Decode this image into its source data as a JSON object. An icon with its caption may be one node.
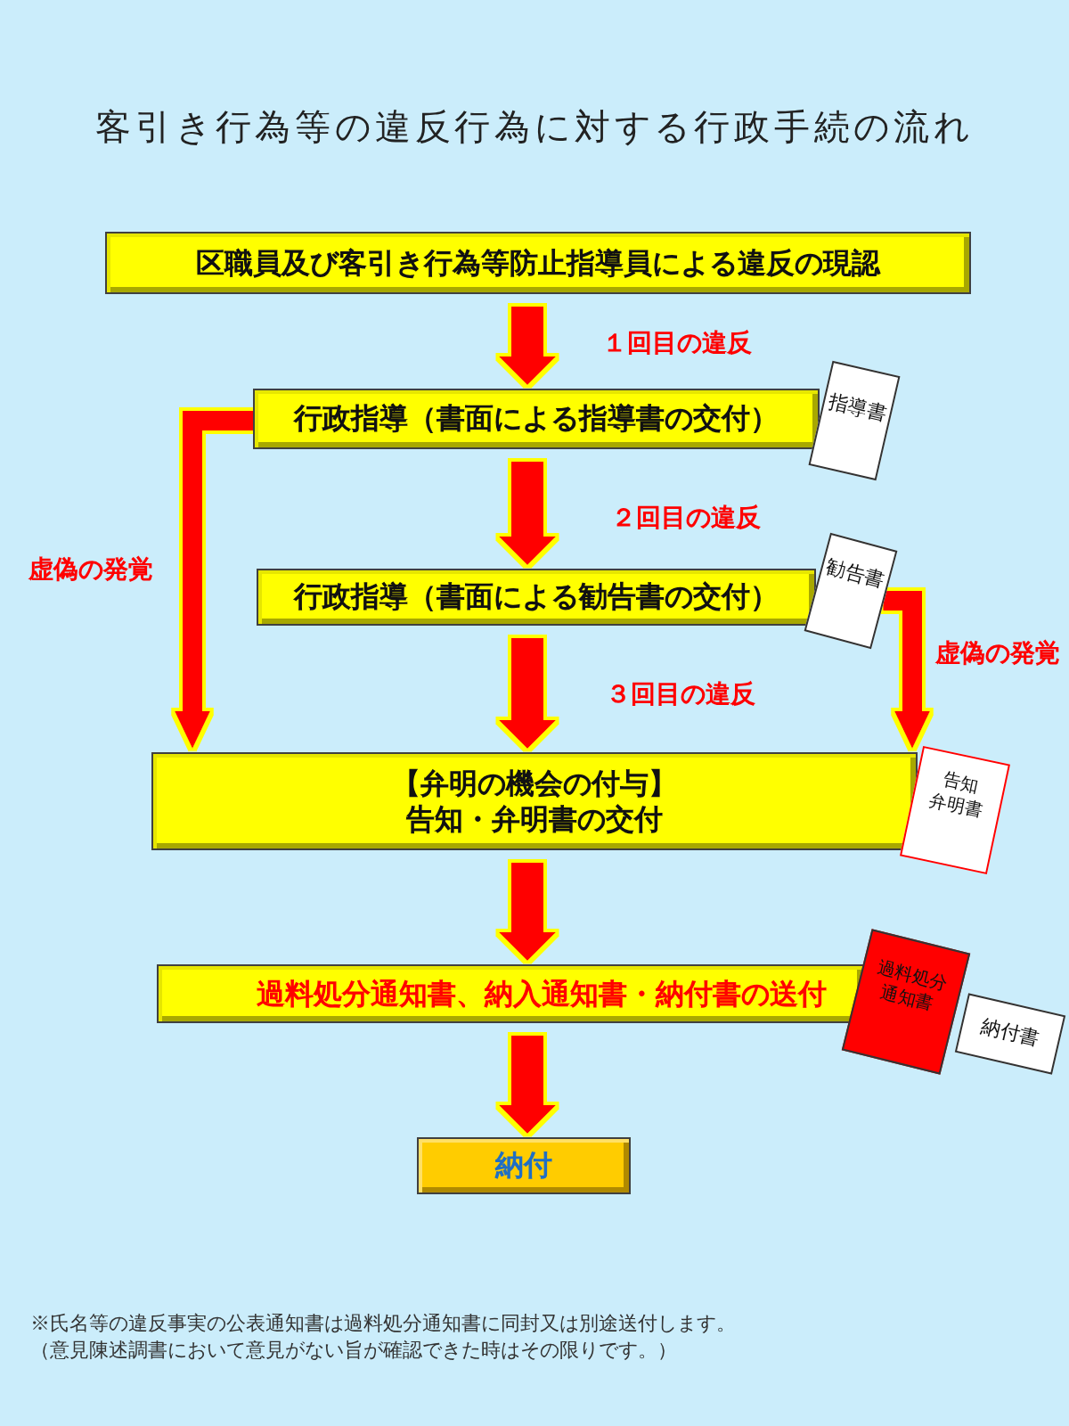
{
  "diagram": {
    "title": "客引き行為等の違反行為に対する行政手続の流れ",
    "nodes": [
      {
        "text": [
          "区職員及び客引き行為等防止指導員による違反の現認"
        ]
      },
      {
        "text": [
          "行政指導（書面による指導書の交付）"
        ]
      },
      {
        "text": [
          "指導書"
        ]
      },
      {
        "text": [
          "行政指導（書面による勧告書の交付）"
        ]
      },
      {
        "text": [
          "勧告書"
        ]
      },
      {
        "text": [
          "【弁明の機会の付与】",
          "告知・弁明書の交付"
        ]
      },
      {
        "text": [
          "告知弁明書"
        ]
      },
      {
        "text": [
          "過料処分通知書、納入通知書・納付書の送付"
        ]
      },
      {
        "text": [
          "過料処分通知書"
        ]
      },
      {
        "text": [
          "納付書"
        ]
      },
      {
        "text": [
          "納付"
        ]
      }
    ],
    "edges": [
      {
        "from": 0,
        "to": 1,
        "arrow": "to",
        "label": "１回目の違反"
      },
      {
        "from": 1,
        "to": 3,
        "arrow": "to",
        "label": "２回目の違反"
      },
      {
        "from": 3,
        "to": 5,
        "arrow": "to",
        "label": "３回目の違反"
      },
      {
        "from": 1,
        "to": 5,
        "arrow": "to",
        "label": "虚偽の発覚"
      },
      {
        "from": 4,
        "to": 5,
        "arrow": "to",
        "label": "虚偽の発覚"
      },
      {
        "from": 5,
        "to": 7,
        "arrow": "to"
      },
      {
        "from": 7,
        "to": 10,
        "arrow": "to"
      }
    ],
    "labels": [
      "※氏名等の違反事実の公表通知書は過料処分通知書に同封又は別途送付します。",
      "（意見陳述調書において意見がない旨が確認できた時はその限りです。）"
    ]
  }
}
